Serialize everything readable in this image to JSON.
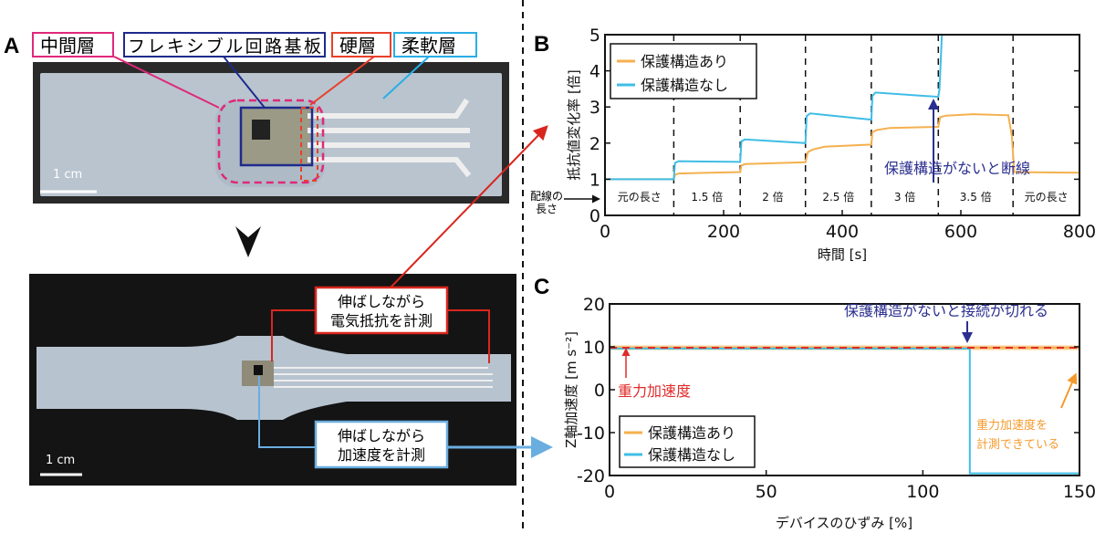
{
  "panels": {
    "a": "A",
    "b": "B",
    "c": "C"
  },
  "photo_top": {
    "labels": [
      {
        "text": "中間層",
        "color": "#e0287a"
      },
      {
        "text": "フレキシブル回路基板",
        "color": "#1f2a8c"
      },
      {
        "text": "硬層",
        "color": "#e8402a"
      },
      {
        "text": "柔軟層",
        "color": "#29aee6"
      }
    ],
    "scale_bar": "1 cm"
  },
  "photo_bottom": {
    "callout_resistance": [
      "伸ばしながら",
      "電気抵抗を計測"
    ],
    "callout_acceleration": [
      "伸ばしながら",
      "加速度を計測"
    ],
    "scale_bar": "1 cm",
    "resistance_color": "#d8261e",
    "acceleration_color": "#6aaee0"
  },
  "chart_data": [
    {
      "type": "line",
      "xlabel": "時間 [s]",
      "ylabel": "抵抗値変化率 [倍]",
      "xlim": [
        0,
        800
      ],
      "ylim": [
        0,
        5
      ],
      "xticks": [
        "0",
        "200",
        "400",
        "600",
        "800"
      ],
      "yticks": [
        "0",
        "1",
        "2",
        "3",
        "4",
        "5"
      ],
      "legend_position": "top-left",
      "stretch_boundaries": [
        116,
        228,
        338,
        449,
        562,
        688
      ],
      "stretch_labels": [
        "元の長さ",
        "1.5 倍",
        "2 倍",
        "2.5 倍",
        "3 倍",
        "3.5 倍",
        "元の長さ"
      ],
      "side_label": [
        "配線の",
        "長さ"
      ],
      "annotation": {
        "text": "保護構造がないと断線",
        "color": "#2b2f8f"
      },
      "series": [
        {
          "name": "保護構造あり",
          "color": "#f5b04e",
          "x": [
            0,
            116,
            118,
            124,
            228,
            230,
            236,
            338,
            342,
            350,
            370,
            449,
            451,
            458,
            480,
            562,
            565,
            575,
            620,
            680,
            686,
            690,
            800
          ],
          "y": [
            1.0,
            1.0,
            1.12,
            1.16,
            1.2,
            1.38,
            1.42,
            1.47,
            1.75,
            1.82,
            1.9,
            1.96,
            2.3,
            2.36,
            2.42,
            2.45,
            2.72,
            2.76,
            2.8,
            2.77,
            2.2,
            1.2,
            1.18
          ]
        },
        {
          "name": "保護構造なし",
          "color": "#3fbde6",
          "x": [
            0,
            116,
            118,
            124,
            228,
            230,
            236,
            338,
            340,
            346,
            449,
            451,
            456,
            562,
            564,
            568
          ],
          "y": [
            1.0,
            1.0,
            1.45,
            1.5,
            1.48,
            2.05,
            2.1,
            2.0,
            2.75,
            2.82,
            2.65,
            3.3,
            3.4,
            3.28,
            3.5,
            5.0
          ]
        }
      ]
    },
    {
      "type": "line",
      "xlabel": "デバイスのひずみ [%]",
      "ylabel": "Z軸加速度 [m s⁻²]",
      "xlim": [
        0,
        150
      ],
      "ylim": [
        -20,
        20
      ],
      "xticks": [
        "0",
        "50",
        "100",
        "150"
      ],
      "yticks": [
        "-20",
        "-10",
        "0",
        "10",
        "20"
      ],
      "legend_position": "bottom-left",
      "reference_line": {
        "y": 9.8,
        "label": "重力加速度",
        "color": "#e02a2a"
      },
      "annotations": [
        {
          "text": "保護構造がないと接続が切れる",
          "color": "#2b2f8f"
        },
        {
          "text": [
            "重力加速度を",
            "計測できている"
          ],
          "color": "#f39a2c"
        }
      ],
      "series": [
        {
          "name": "保護構造あり",
          "color": "#f5b04e",
          "x": [
            0,
            150
          ],
          "y": [
            9.8,
            9.8
          ]
        },
        {
          "name": "保護構造なし",
          "color": "#3fbde6",
          "x": [
            0,
            115,
            115,
            150
          ],
          "y": [
            9.6,
            9.6,
            -19.5,
            -19.5
          ]
        }
      ]
    }
  ]
}
